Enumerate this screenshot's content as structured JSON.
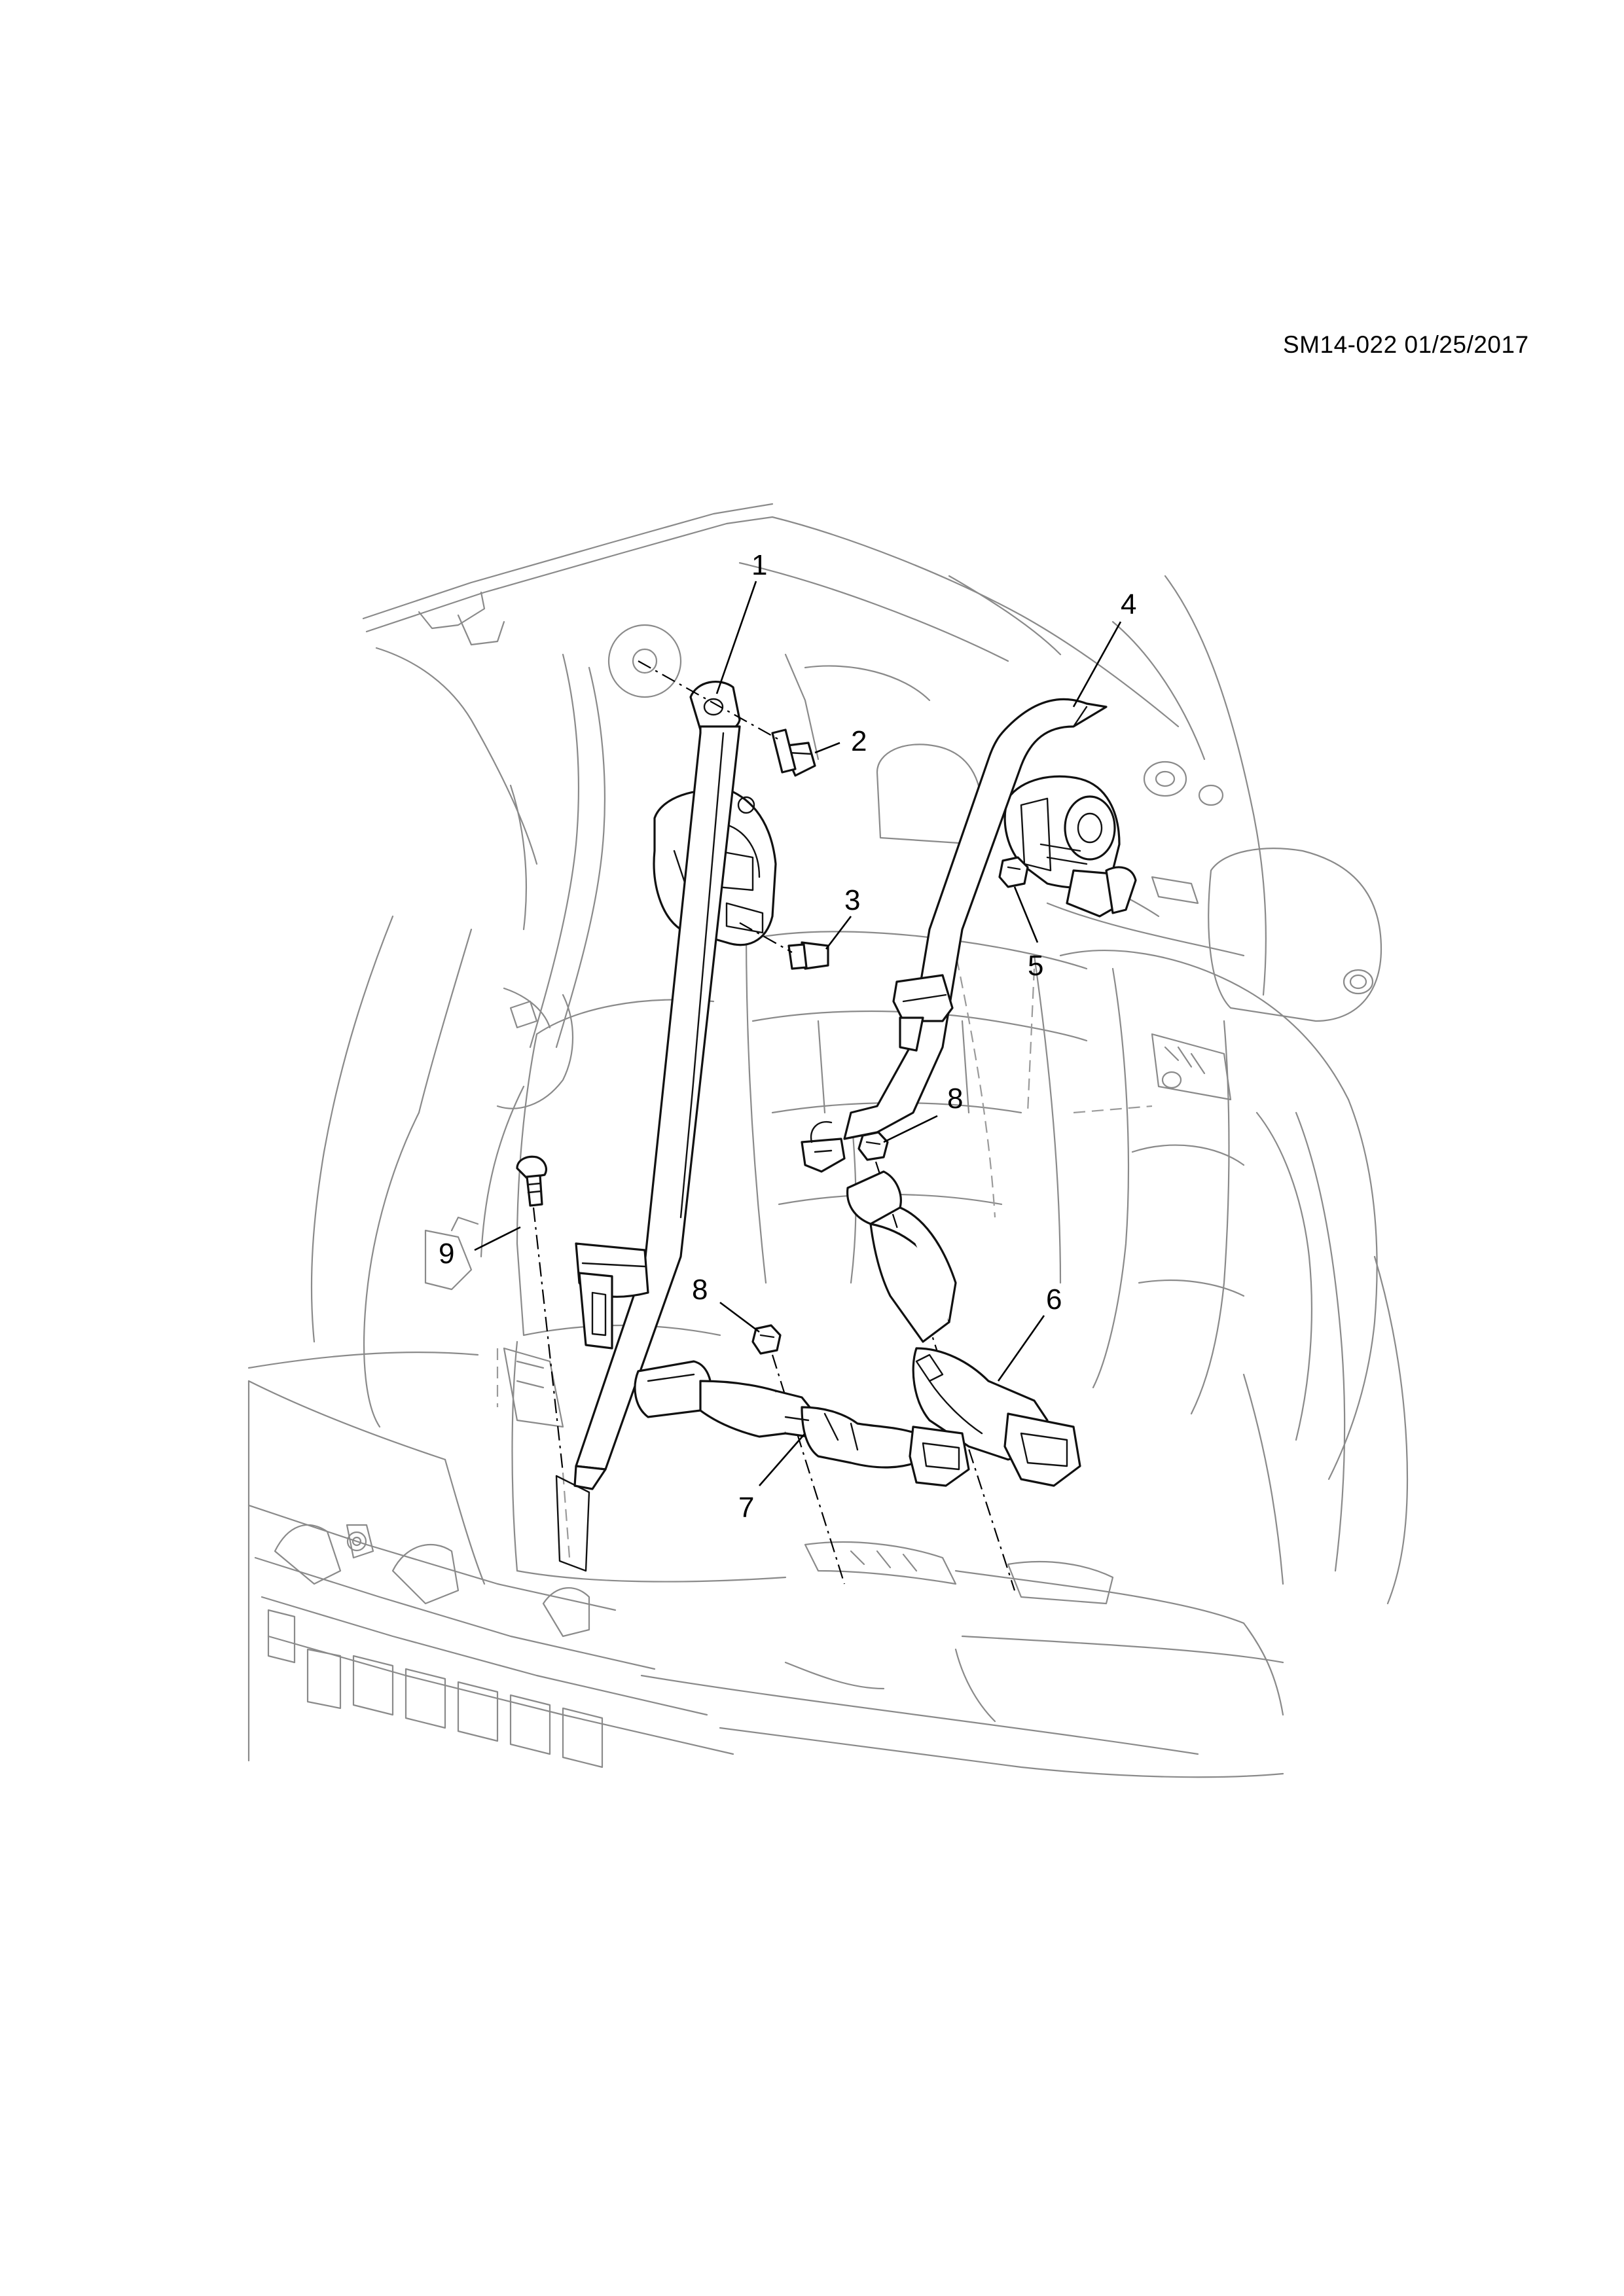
{
  "document_id": "SM14-022 01/25/2017",
  "callouts": [
    {
      "part_number": "1",
      "icon": "shoulder-belt-assembly"
    },
    {
      "part_number": "2",
      "icon": "anchor-bolt"
    },
    {
      "part_number": "3",
      "icon": "retractor-bolt"
    },
    {
      "part_number": "4",
      "icon": "center-belt-assembly"
    },
    {
      "part_number": "5",
      "icon": "retractor-nut"
    },
    {
      "part_number": "6",
      "icon": "single-buckle"
    },
    {
      "part_number": "7",
      "icon": "dual-buckle"
    },
    {
      "part_number": "8",
      "icon": "buckle-nut"
    },
    {
      "part_number": "8",
      "icon": "buckle-nut"
    },
    {
      "part_number": "9",
      "icon": "lower-anchor-bolt"
    }
  ]
}
